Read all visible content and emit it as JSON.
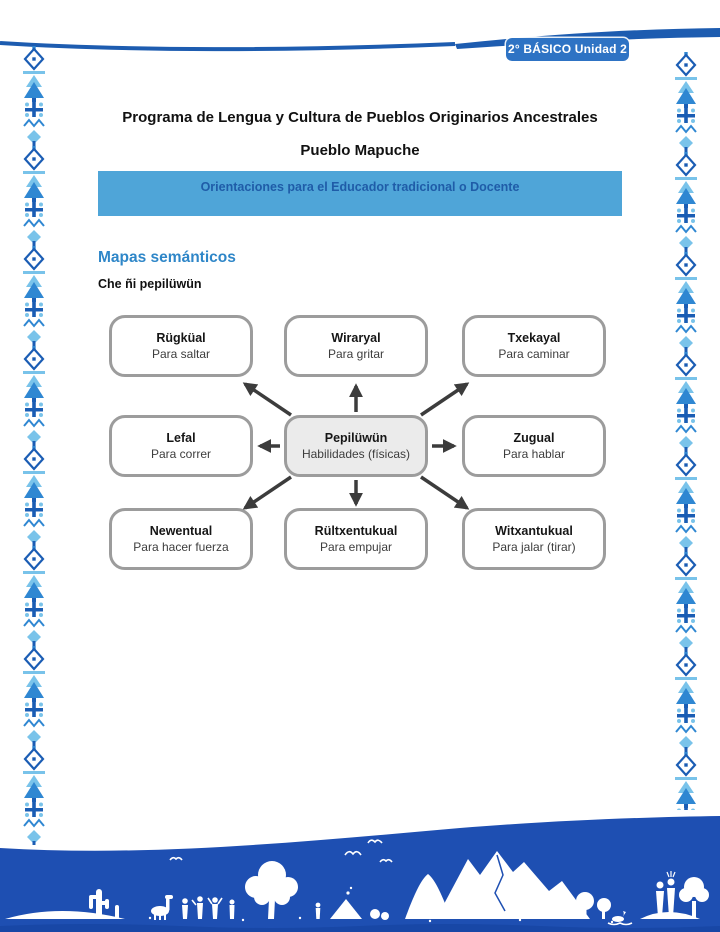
{
  "header": {
    "badge": "2° BÁSICO Unidad 2",
    "title_line1": "Programa de Lengua y Cultura de Pueblos Originarios Ancestrales",
    "title_line2": "Pueblo Mapuche",
    "banner": "Orientaciones para el Educador tradicional o Docente"
  },
  "content": {
    "section_heading": "Mapas semánticos",
    "subheading": "Che ñi pepilüwün"
  },
  "diagram": {
    "center": {
      "title": "Pepilüwün",
      "subtitle": "Habilidades (físicas)"
    },
    "nodes": [
      {
        "id": "rugkual",
        "title": "Rügküal",
        "subtitle": "Para saltar"
      },
      {
        "id": "wiraryal",
        "title": "Wiraryal",
        "subtitle": "Para gritar"
      },
      {
        "id": "txekayal",
        "title": "Txekayal",
        "subtitle": "Para caminar"
      },
      {
        "id": "lefal",
        "title": "Lefal",
        "subtitle": "Para correr"
      },
      {
        "id": "zugual",
        "title": "Zugual",
        "subtitle": "Para hablar"
      },
      {
        "id": "newentual",
        "title": "Newentual",
        "subtitle": "Para hacer fuerza"
      },
      {
        "id": "rultxentukual",
        "title": "Rültxentukual",
        "subtitle": "Para empujar"
      },
      {
        "id": "witxantukual",
        "title": "Witxantukual",
        "subtitle": "Para jalar (tirar)"
      }
    ],
    "edges_from_center": [
      "Rügküal",
      "Wiraryal",
      "Txekayal",
      "Lefal",
      "Zugual",
      "Newentual",
      "Rültxentukual",
      "Witxantukual"
    ]
  },
  "colors": {
    "header_line": "#1d5cb0",
    "badge_bg": "#2e73c4",
    "banner_bg": "#4fa5d8",
    "banner_text": "#1f5ca8",
    "heading_blue": "#2e86c8",
    "box_border": "#9c9c9c",
    "center_box_bg": "#ebebeb",
    "arrow": "#3c3c3c",
    "footer_blue": "#1e4fb2",
    "ornament_light": "#79c3ea",
    "ornament_mid": "#2f87d2",
    "ornament_dark": "#1b5db4"
  }
}
